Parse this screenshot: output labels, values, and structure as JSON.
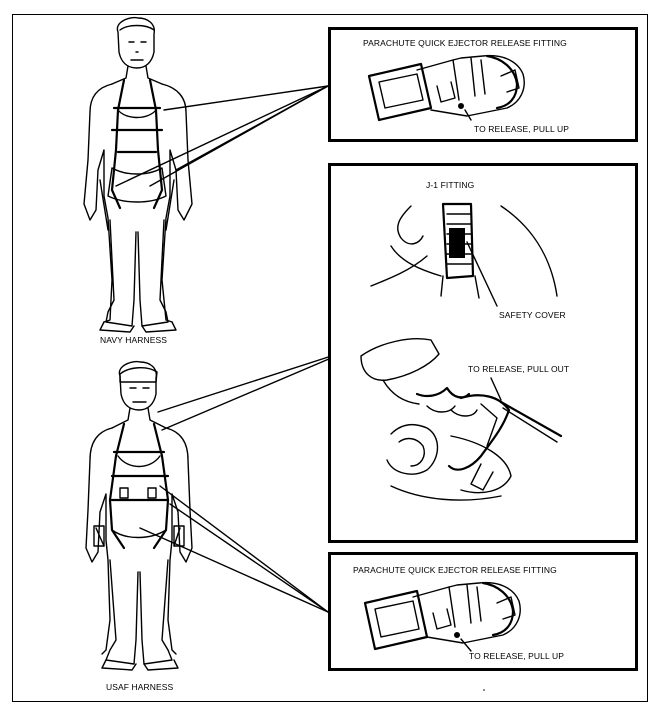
{
  "figures": {
    "navy": {
      "caption": "NAVY HARNESS"
    },
    "usaf": {
      "caption": "USAF HARNESS"
    }
  },
  "panels": {
    "top": {
      "title": "PARACHUTE QUICK EJECTOR RELEASE FITTING",
      "callout": "TO RELEASE, PULL UP"
    },
    "middle": {
      "title": "J-1 FITTING",
      "callout_cover": "SAFETY COVER",
      "callout_release": "TO RELEASE, PULL OUT"
    },
    "bottom": {
      "title": "PARACHUTE QUICK EJECTOR RELEASE FITTING",
      "callout": "TO RELEASE, PULL UP"
    }
  },
  "colors": {
    "ink": "#000000",
    "paper": "#ffffff"
  }
}
